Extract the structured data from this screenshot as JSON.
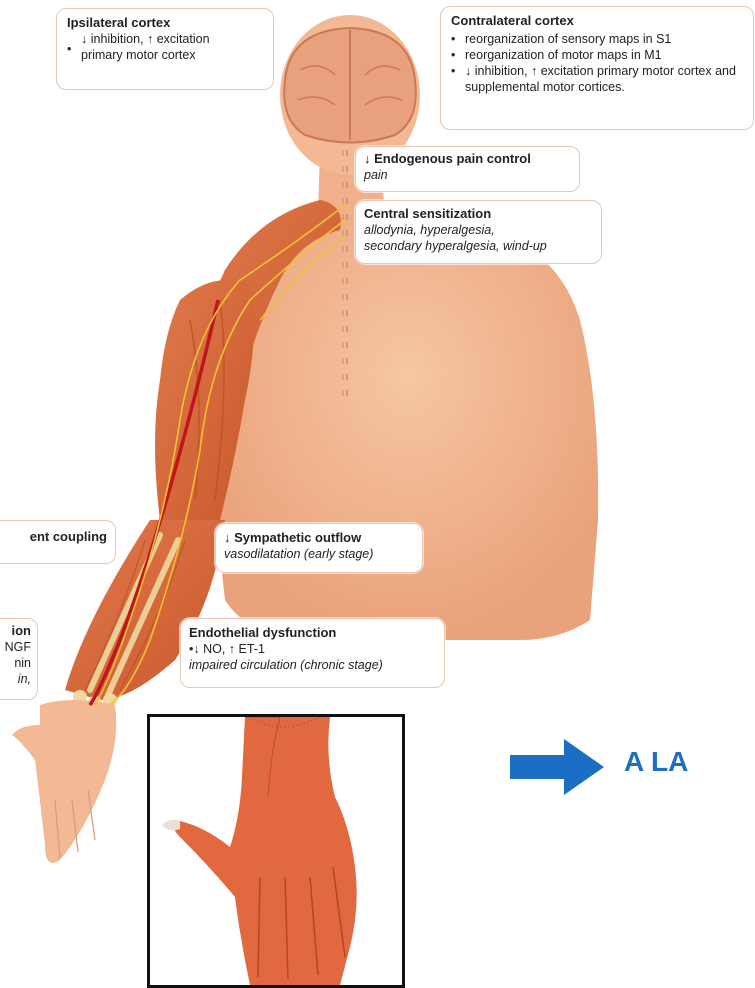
{
  "callouts": {
    "ipsilateral": {
      "title": "Ipsilateral cortex",
      "line1": "↓ inhibition, ↑ excitation",
      "line2": "primary motor cortex"
    },
    "contralateral": {
      "title": "Contralateral cortex",
      "items": [
        "reorganization of sensory maps in S1",
        "reorganization of motor maps in M1",
        "↓ inhibition, ↑ excitation primary motor cortex and supplemental motor cortices."
      ]
    },
    "endogenous": {
      "title": "↓ Endogenous pain control",
      "sub": "pain"
    },
    "central": {
      "title": "Central sensitization",
      "sub1": "allodynia, hyperalgesia,",
      "sub2": "secondary hyperalgesia, wind-up"
    },
    "sympathetic": {
      "title": "↓ Sympathetic outflow",
      "sub": "vasodilatation (early stage)"
    },
    "coupling": {
      "title": "ent coupling"
    },
    "inflammation": {
      "title": "ion",
      "line1": "NGF",
      "line2": "nin",
      "line3": "in,"
    },
    "endothelial": {
      "title": "Endothelial dysfunction",
      "line1": "•↓ NO, ↑ ET-1",
      "sub": "impaired circulation (chronic stage)"
    }
  },
  "arrow": {
    "label": "A LA",
    "color": "#1a6fc4"
  },
  "colors": {
    "skin": "#f3b58f",
    "muscle": "#d9693c",
    "nerve": "#f1c232",
    "artery": "#c0151b",
    "callout_border": "#e9c6b6"
  }
}
